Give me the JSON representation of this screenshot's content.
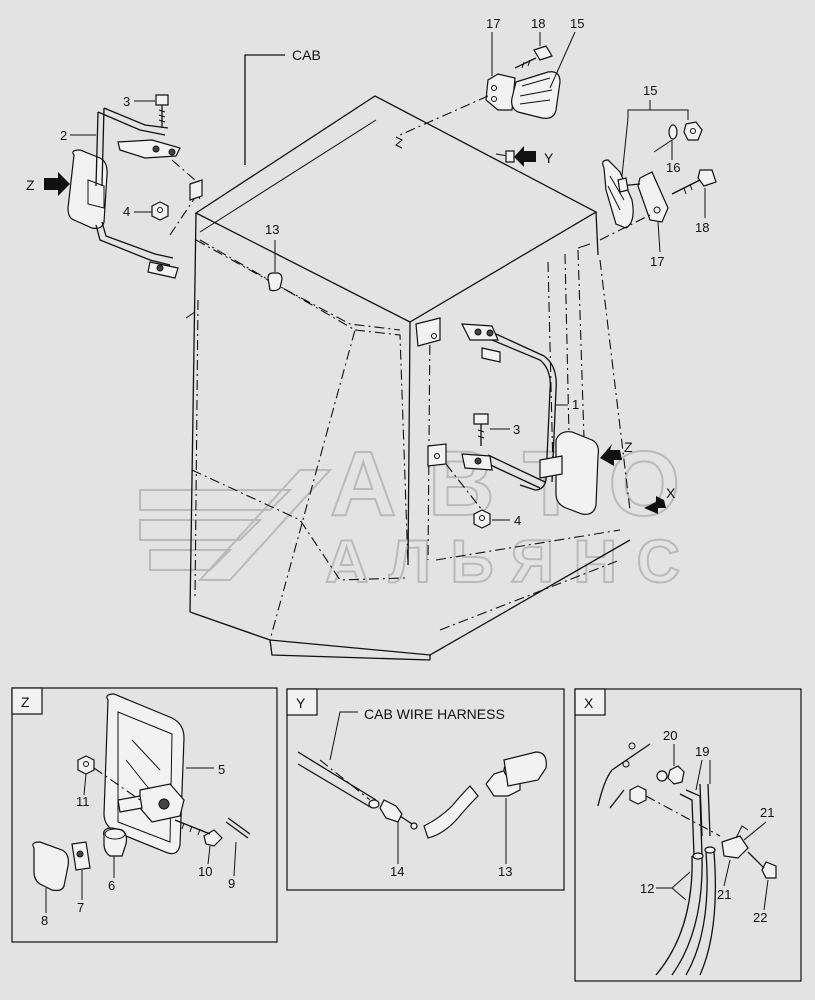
{
  "labels": {
    "cab": "CAB",
    "arrow_z": "Z",
    "arrow_y": "Y",
    "arrow_x": "X",
    "cab_wire_harness": "CAB WIRE HARNESS"
  },
  "watermark": {
    "line1": "АВТО",
    "line2": "АЛЬЯНС"
  },
  "main_callouts": {
    "c1": "1",
    "c2": "2",
    "c3a": "3",
    "c3b": "3",
    "c4a": "4",
    "c4b": "4",
    "c13": "13",
    "c15a": "15",
    "c15b": "15",
    "c16": "16",
    "c17a": "17",
    "c17b": "17",
    "c18a": "18",
    "c18b": "18"
  },
  "panel_z": {
    "tab": "Z",
    "c5": "5",
    "c6": "6",
    "c7": "7",
    "c8": "8",
    "c9": "9",
    "c10": "10",
    "c11": "11"
  },
  "panel_y": {
    "tab": "Y",
    "c13": "13",
    "c14": "14"
  },
  "panel_x": {
    "tab": "X",
    "c12": "12",
    "c19": "19",
    "c20": "20",
    "c21a": "21",
    "c21b": "21",
    "c22": "22"
  }
}
